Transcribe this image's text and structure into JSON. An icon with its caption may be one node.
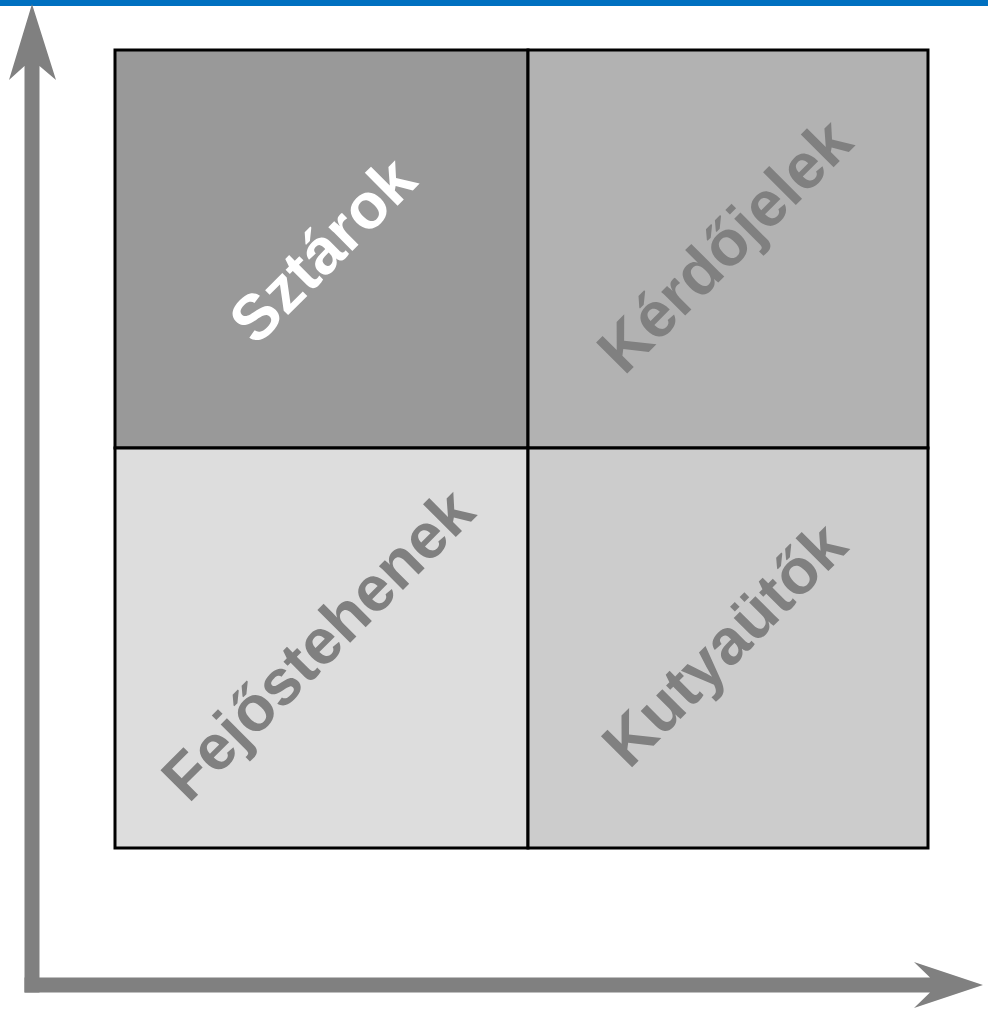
{
  "diagram": {
    "nodes": [
      {
        "text": [
          "Sztárok"
        ]
      },
      {
        "text": [
          "Kérdőjelek"
        ]
      },
      {
        "text": [
          "Fejőstehenek"
        ]
      },
      {
        "text": [
          "Kutyaütők"
        ]
      }
    ]
  }
}
